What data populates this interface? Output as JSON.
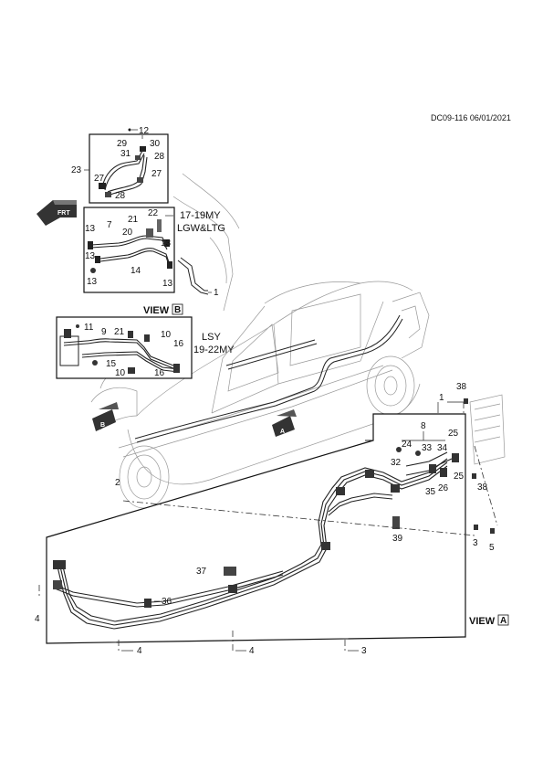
{
  "diagram_ref": "DC09-116 06/01/2021",
  "view_a_label": "VIEW",
  "view_a_letter": "A",
  "view_b_label": "VIEW",
  "view_b_letter": "B",
  "variant_top": {
    "line1": "17-19MY",
    "line2": "LGW&LTG"
  },
  "variant_mid": {
    "line1": "LSY",
    "line2": "19-22MY"
  },
  "front_icon_label": "FRT",
  "callouts": {
    "c1a": "1",
    "c1b": "1",
    "c2": "2",
    "c3a": "3",
    "c3b": "3",
    "c4a": "4",
    "c4b": "4",
    "c4c": "4",
    "c5": "5",
    "c7": "7",
    "c8": "8",
    "c9": "9",
    "c10a": "10",
    "c10b": "10",
    "c11": "11",
    "c12": "12",
    "c13a": "13",
    "c13b": "13",
    "c13c": "13",
    "c13d": "13",
    "c14": "14",
    "c15": "15",
    "c16a": "16",
    "c16b": "16",
    "c20": "20",
    "c21a": "21",
    "c21b": "21",
    "c22": "22",
    "c23": "23",
    "c24": "24",
    "c25a": "25",
    "c25b": "25",
    "c26": "26",
    "c27a": "27",
    "c27b": "27",
    "c28a": "28",
    "c28b": "28",
    "c29": "29",
    "c30": "30",
    "c31": "31",
    "c32": "32",
    "c33": "33",
    "c34": "34",
    "c35": "35",
    "c36": "36",
    "c37": "37",
    "c38a": "38",
    "c38b": "38",
    "c39": "39"
  }
}
